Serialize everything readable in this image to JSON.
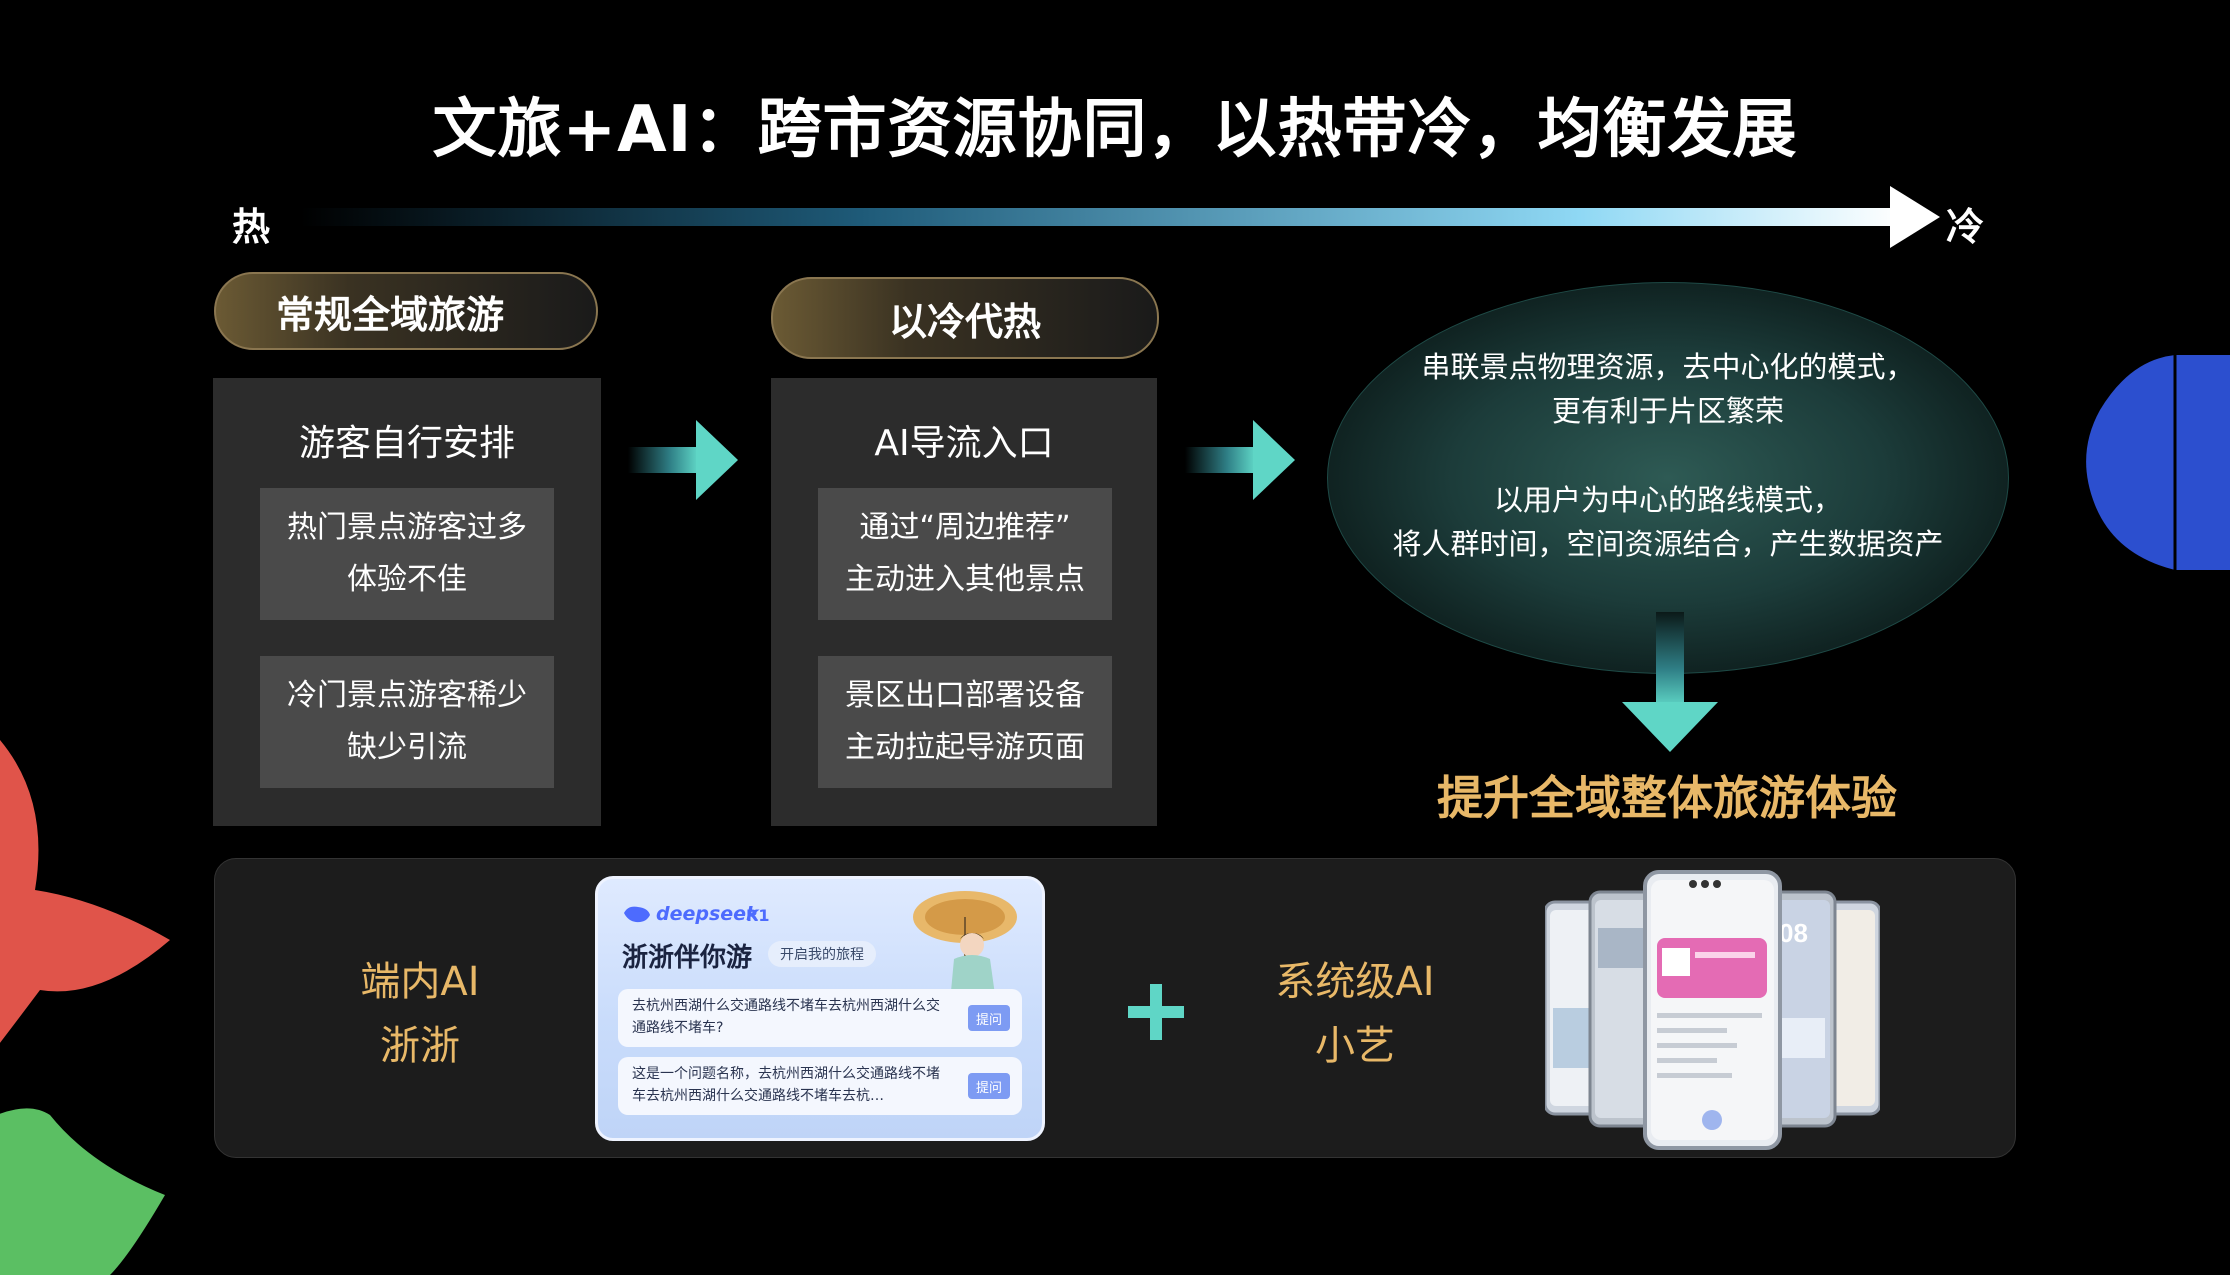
{
  "title": "文旅+AI：跨市资源协同，以热带冷，均衡发展",
  "axis": {
    "hot": "热",
    "cold": "冷"
  },
  "stages": [
    {
      "pill": "常规全域旅游",
      "heading": "游客自行安排",
      "cards": [
        {
          "line1": "热门景点游客过多",
          "line2": "体验不佳"
        },
        {
          "line1": "冷门景点游客稀少",
          "line2": "缺少引流"
        }
      ]
    },
    {
      "pill": "以冷代热",
      "heading": "AI导流入口",
      "cards": [
        {
          "line1": "通过“周边推荐”",
          "line2": "主动进入其他景点"
        },
        {
          "line1": "景区出口部署设备",
          "line2": "主动拉起导游页面"
        }
      ]
    }
  ],
  "bubble": {
    "p1_line1": "串联景点物理资源，去中心化的模式，",
    "p1_line2": "更有利于片区繁荣",
    "p2_line1": "以用户为中心的路线模式，",
    "p2_line2": "将人群时间，空间资源结合，产生数据资产"
  },
  "conclusion": "提升全域整体旅游体验",
  "bottom": {
    "left_line1": "端内AI",
    "left_line2": "浙浙",
    "right_line1": "系统级AI",
    "right_line2": "小艺",
    "app_card": {
      "brand": "deepseek",
      "model": "R1",
      "title": "浙浙伴你游",
      "chip": "开启我的旅程",
      "questions": [
        {
          "text": "去杭州西湖什么交通路线不堵车去杭州西湖什么交通路线不堵车?",
          "button": "提问"
        },
        {
          "text": "这是一个问题名称，去杭州西湖什么交通路线不堵车去杭州西湖什么交通路线不堵车去杭…",
          "button": "提问"
        }
      ]
    }
  },
  "colors": {
    "gold": "#e8b868",
    "teal": "#5fd6c6",
    "bubble": "#1c3c3a",
    "panel": "#2c2c2c",
    "card": "#4a4a4a"
  }
}
